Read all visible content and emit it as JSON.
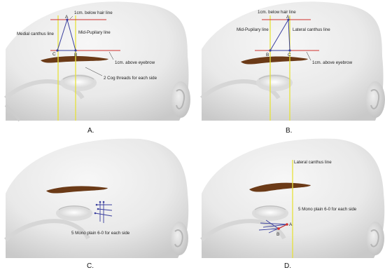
{
  "panels": {
    "a": {
      "caption": "A.",
      "labels": {
        "hairline": "1cm. below hair line",
        "medial": "Medial canthus line",
        "midpupil": "Mid-Pupilary line",
        "brow": "1cm. above eyebrow",
        "threads": "2 Cog threads for each side"
      },
      "points": {
        "A": "A",
        "B": "B",
        "C": "C"
      }
    },
    "b": {
      "caption": "B.",
      "labels": {
        "hairline": "1cm. below hair line",
        "midpupil": "Mid-Pupilary line",
        "lateral": "Lateral canthus line",
        "brow": "1cm. above eyebrow"
      },
      "points": {
        "A": "A",
        "B": "B",
        "C": "C"
      }
    },
    "c": {
      "caption": "C.",
      "labels": {
        "threads": "5 Mono plain 6-0 for each side"
      }
    },
    "d": {
      "caption": "D.",
      "labels": {
        "lateral": "Lateral canthus line",
        "threads": "5 Mono plain 6-0 for each side"
      },
      "points": {
        "A": "A",
        "B": "B"
      }
    }
  },
  "colors": {
    "red": "#d0312d",
    "yellow": "#e6e23a",
    "blue": "#3a3f9e",
    "brow": "#6b3a17",
    "skin": "#e7e7e7"
  }
}
